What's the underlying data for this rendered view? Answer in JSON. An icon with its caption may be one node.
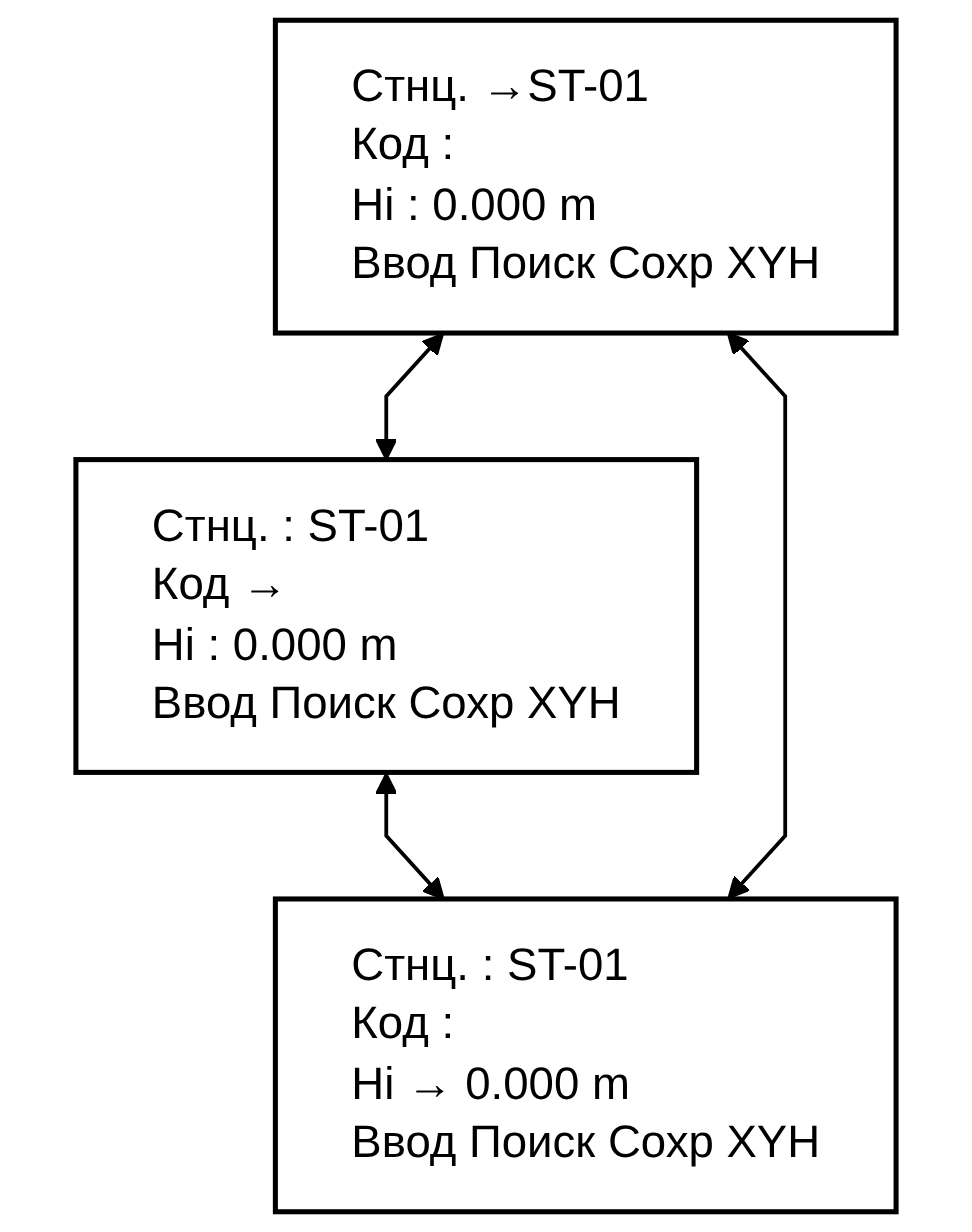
{
  "diagram": {
    "nodes": [
      {
        "text": [
          "Стнц. →ST-01",
          "Код :",
          "Hi : 0.000 m",
          "Ввод Поиск Сохр XYH"
        ]
      },
      {
        "text": [
          "Стнц. : ST-01",
          "Код →",
          "Hi : 0.000 m",
          "Ввод Поиск Сохр XYH"
        ]
      },
      {
        "text": [
          "Стнц. : ST-01",
          "Код :",
          "Hi → 0.000 m",
          "Ввод Поиск Сохр XYH"
        ]
      }
    ],
    "edges": [
      {
        "from": 0,
        "to": 1,
        "arrow": "both"
      },
      {
        "from": 1,
        "to": 2,
        "arrow": "both"
      },
      {
        "from": 2,
        "to": 0,
        "arrow": "both"
      }
    ]
  }
}
